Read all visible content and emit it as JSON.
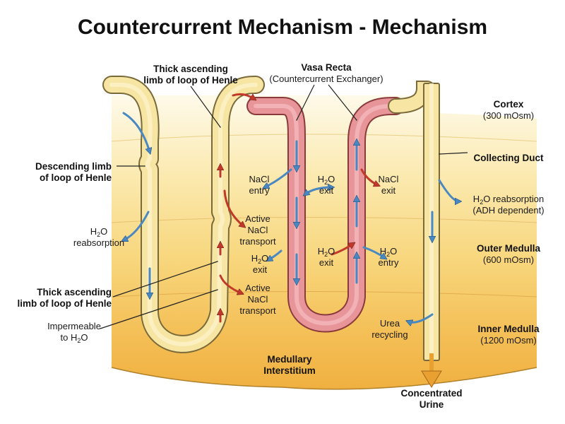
{
  "title": "Countercurrent Mechanism - Mechanism",
  "colors": {
    "tubule_fill": "#f7e6a3",
    "tubule_outline": "#7a6a3a",
    "vessel_fill": "#e8959a",
    "vessel_outline": "#8a3a3a",
    "water_arrow": "#4a88c2",
    "salt_arrow": "#c0392b",
    "urine_arrow": "#e8a030",
    "cortex_bg": "#fdf6dc",
    "outer_medulla_bg": "#f9dc8a",
    "inner_medulla_bg": "#f3b94a"
  },
  "labels": {
    "thick_limb_top": [
      "Thick ascending",
      "limb of loop of Henle"
    ],
    "vasa_recta": "Vasa Recta",
    "vasa_recta_sub": "(Countercurrent Exchanger)",
    "descending_limb": [
      "Descending limb",
      "of loop of Henle"
    ],
    "h2o_reabsorption_left": [
      "H",
      "2",
      "O",
      "reabsorption"
    ],
    "thick_limb_bottom": [
      "Thick ascending",
      "limb of loop of Henle"
    ],
    "impermeable": [
      "Impermeable",
      "to H",
      "2",
      "O"
    ],
    "nacl_entry": [
      "NaCl",
      "entry"
    ],
    "active_nacl_top": [
      "Active",
      "NaCl",
      "transport"
    ],
    "h2o_exit_mid": [
      "H",
      "2",
      "O",
      "exit"
    ],
    "active_nacl_bottom": [
      "Active",
      "NaCl",
      "transport"
    ],
    "h2o_exit_upper": [
      "H",
      "2",
      "O",
      "exit"
    ],
    "nacl_exit": [
      "NaCl",
      "exit"
    ],
    "h2o_exit_lower": [
      "H",
      "2",
      "O",
      "exit"
    ],
    "h2o_entry": [
      "H",
      "2",
      "O",
      "entry"
    ],
    "urea_recycling": [
      "Urea",
      "recycling"
    ],
    "medullary_interstitium": [
      "Medullary",
      "Interstitium"
    ],
    "concentrated_urine": [
      "Concentrated",
      "Urine"
    ],
    "collecting_duct": "Collecting Duct",
    "h2o_reabsorption_adh": [
      "H",
      "2",
      "O reabsorption",
      "(ADH dependent)"
    ],
    "cortex": "Cortex",
    "cortex_osm": "(300 mOsm)",
    "outer_medulla": "Outer Medulla",
    "outer_medulla_osm": "(600 mOsm)",
    "inner_medulla": "Inner Medulla",
    "inner_medulla_osm": "(1200 mOsm)"
  }
}
